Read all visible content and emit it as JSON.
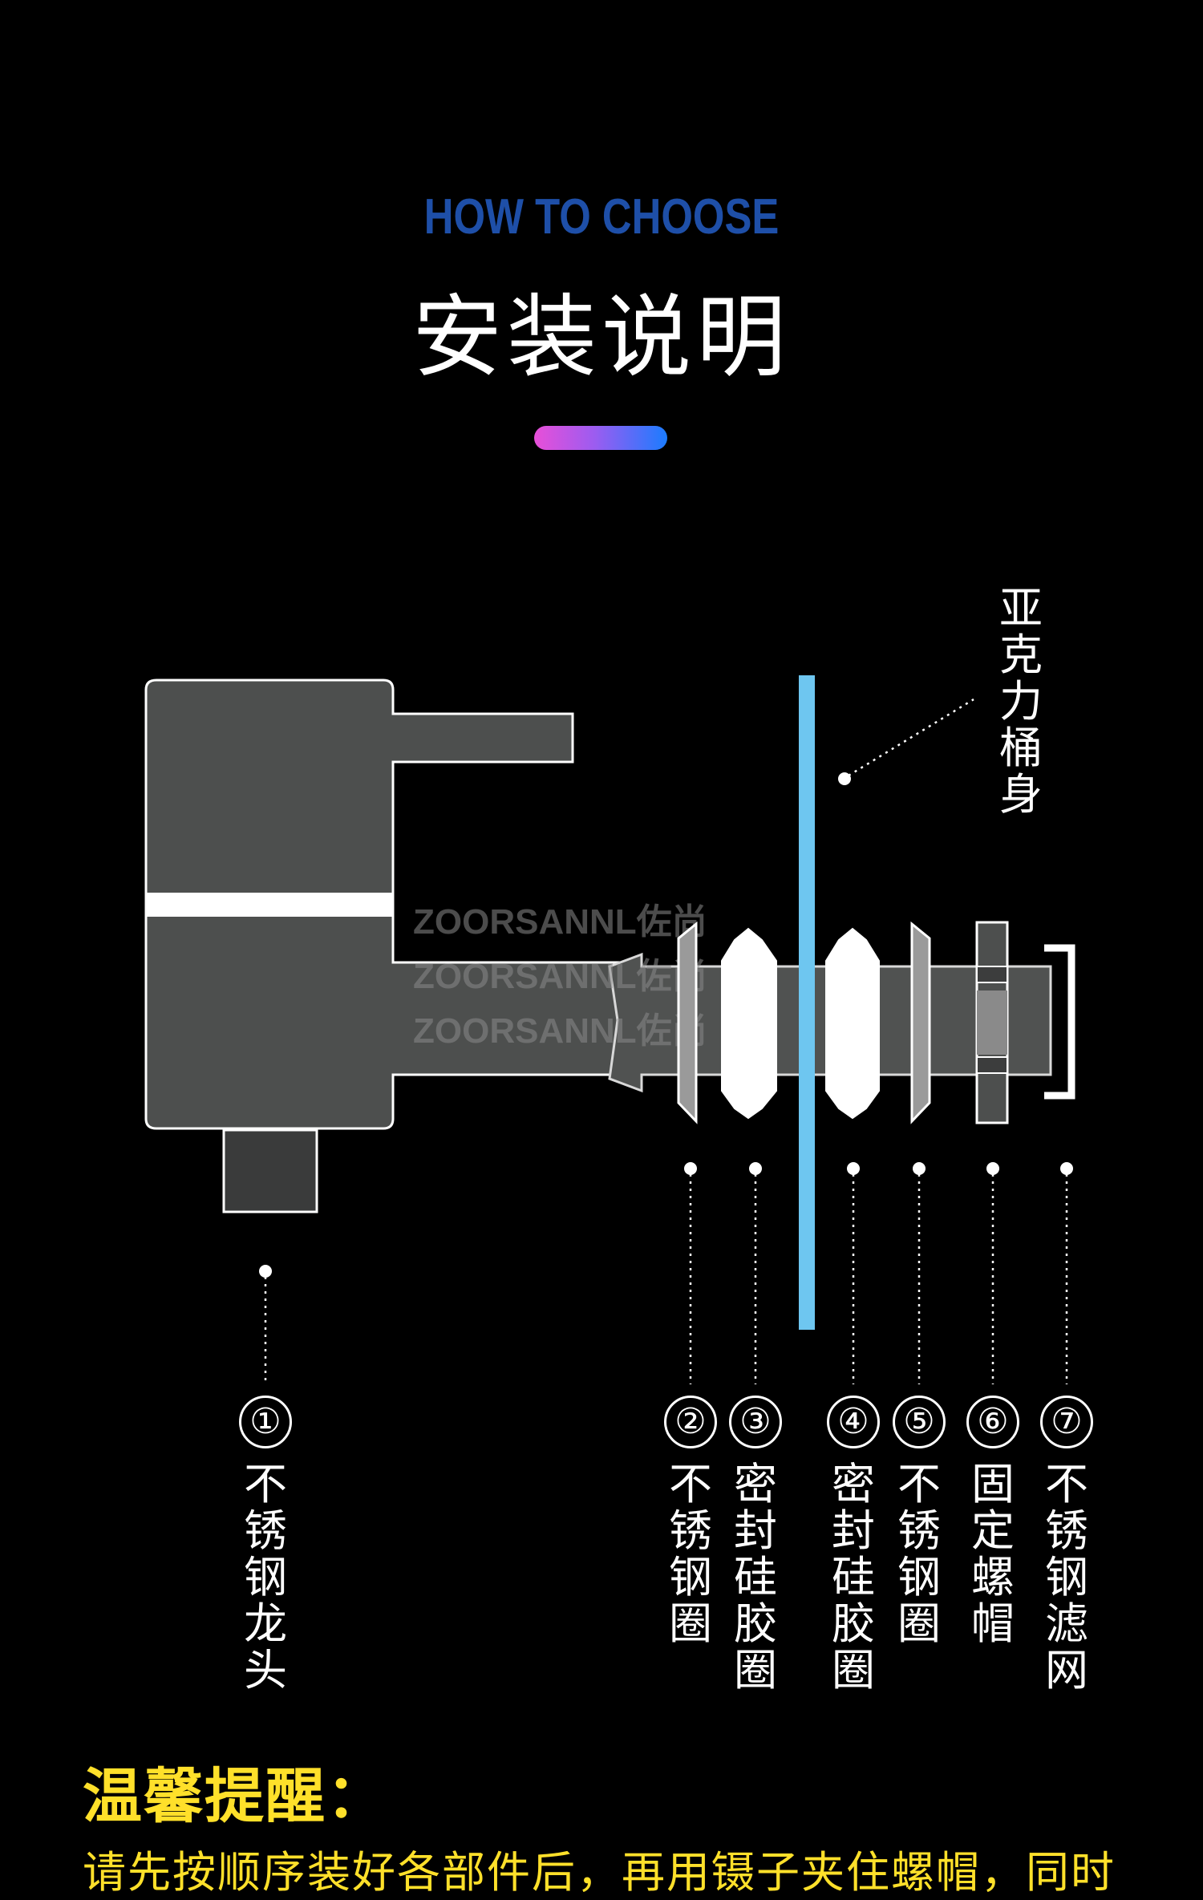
{
  "header": {
    "subtitle": "HOW TO CHOOSE",
    "title": "安装说明"
  },
  "diagram": {
    "watermark": "ZOORSANNL佐尚",
    "barrel_label": "亚克力桶身",
    "parts": [
      {
        "num": "①",
        "label": "不锈钢龙头"
      },
      {
        "num": "②",
        "label": "不锈钢圈"
      },
      {
        "num": "③",
        "label": "密封硅胶圈"
      },
      {
        "num": "④",
        "label": "密封硅胶圈"
      },
      {
        "num": "⑤",
        "label": "不锈钢圈"
      },
      {
        "num": "⑥",
        "label": "固定螺帽"
      },
      {
        "num": "⑦",
        "label": "不锈钢滤网"
      }
    ]
  },
  "tip": {
    "title": "温馨提醒：",
    "text": "请先按顺序装好各部件后，再用镊子夹住螺帽，同时"
  },
  "colors": {
    "accent_blue": "#6ec6f0",
    "tip_yellow": "#ffe02a",
    "body_gray": "#4d4f4e",
    "subtitle_blue": "#1e4fa8"
  }
}
